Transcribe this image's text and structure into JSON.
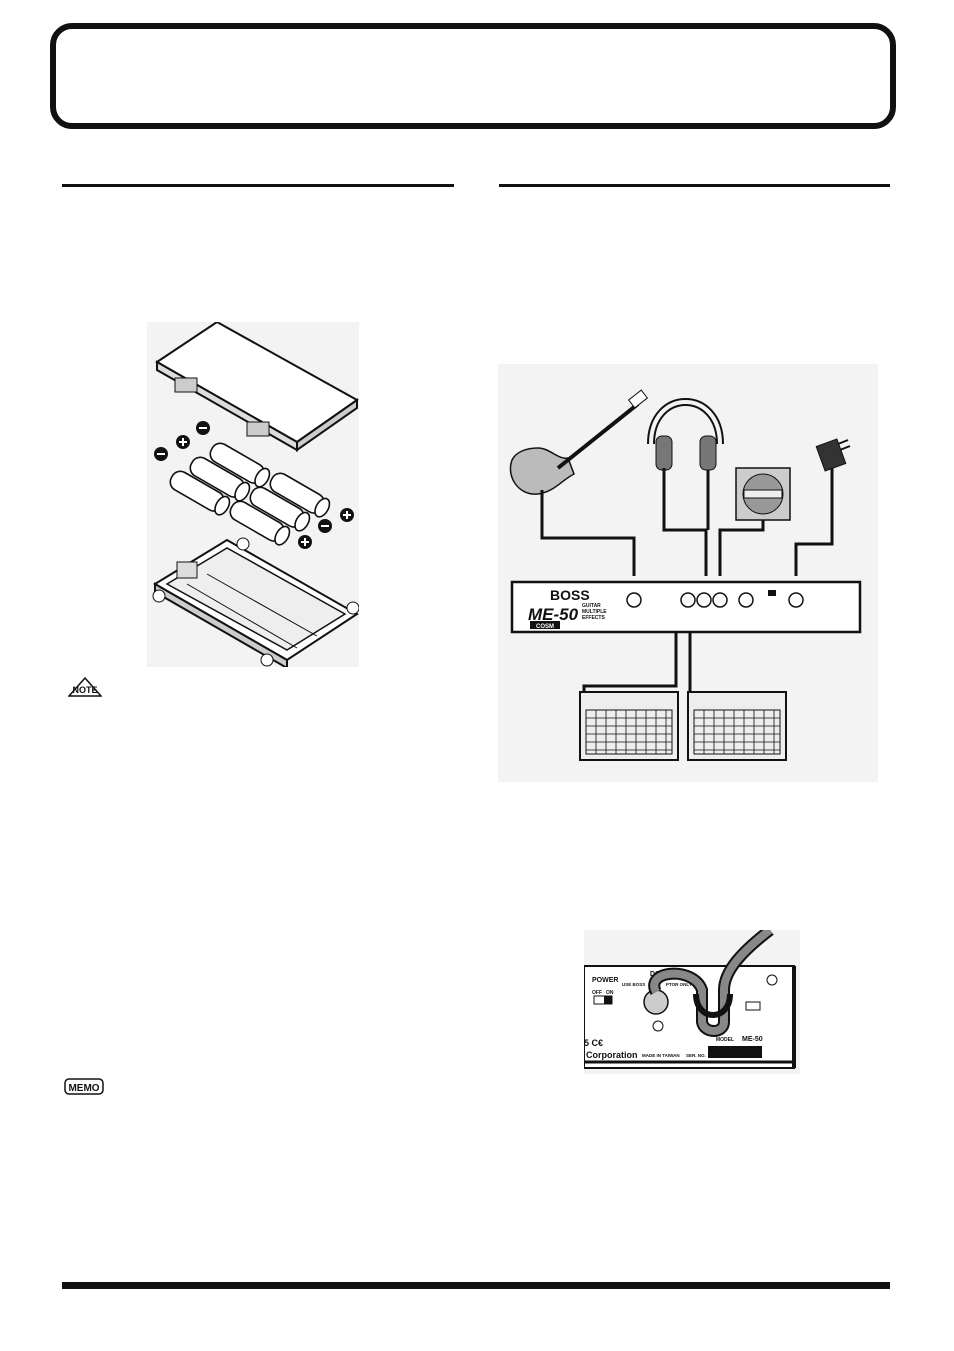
{
  "labels": {
    "brand": "BOSS",
    "model": "ME-50",
    "model_sub_1": "GUITAR",
    "model_sub_2": "MULTIPLE",
    "model_sub_3": "EFFECTS",
    "cosm": "COSM",
    "power": "POWER",
    "off": "OFF",
    "on": "ON",
    "use_boss": "USE BOSS",
    "adaptor_only": "PTOR ONLY",
    "dc": "DC",
    "model_label": "MODEL",
    "model_value": "ME-50",
    "ce": "5 C€",
    "corporation": "Corporation",
    "made_in": "MADE IN TAIWAN",
    "ser_no": "SER. NO.",
    "note_icon": "NOTE",
    "memo_icon": "MEMO"
  },
  "icons": {
    "note": "note-icon",
    "memo": "memo-icon"
  }
}
